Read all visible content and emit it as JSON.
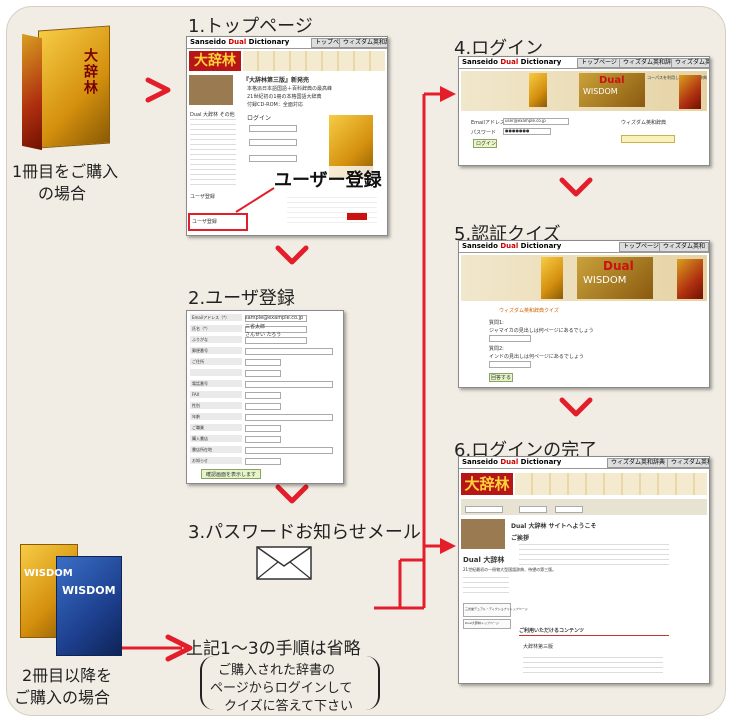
{
  "steps": {
    "s1": "1.トップページ",
    "s2": "2.ユーザ登録",
    "s3": "3.パスワードお知らせメール",
    "s4": "4.ログイン",
    "s5": "5.認証クイズ",
    "s6": "6.ログインの完了"
  },
  "first_book": {
    "line1": "1冊目をご購入",
    "line2": "の場合"
  },
  "later_books": {
    "line1": "2冊目以降を",
    "line2": "ご購入の場合"
  },
  "skip": {
    "main": "上記1～3の手順は省略",
    "note1": "ご購入された辞書の",
    "note2": "ページからログインして",
    "note3": "クイズに答えて下さい"
  },
  "callout": "ユーザー登録",
  "site": {
    "brand_a": "Sanseido ",
    "brand_b": "Dual",
    "brand_c": " Dictionary"
  },
  "tabs": {
    "top": "トップページ",
    "wisdom": "ウィズダム英和辞典",
    "wisdom_short": "ウィズダム英和"
  },
  "book_titles": {
    "daijirin": "大辞林",
    "wisdom": "WISDOM",
    "dual": "Dual"
  },
  "s1_shot": {
    "heading": "『大辞林第三版』新発売",
    "line1": "本格派日本語国語＋百科辞典の最高峰",
    "line2": "21世紀初の1冊の本格国語大辞典",
    "line3": "付録CD-ROM：全面対応",
    "side1": "Dual 大辞林 その他",
    "side2": "ユーザ登録",
    "side3": "ユーザ登録",
    "login_title": "ログイン"
  },
  "s2_shot": {
    "rows": [
      "Emailアドレス（*）",
      "氏名（*）",
      "ふりがな",
      "郵便番号",
      "ご住所",
      "",
      "電話番号",
      "FAX",
      "性別",
      "年齢",
      "ご職業",
      "購入書店",
      "書店所在地",
      "お知らせ"
    ],
    "email_value": "sample@example.co.jp",
    "name_value": "三省太郎",
    "kana_value": "さんせい たろう",
    "submit": "確認画面を表示します"
  },
  "s4_shot": {
    "email_label": "Emailアドレス",
    "pass_label": "パスワード",
    "email_value": "user@example.co.jp",
    "pass_value": "●●●●●●●",
    "login_btn": "ログイン",
    "promo_title": "ウィズダム英和辞典",
    "promo_sub": "コーパスを利用した初の英和辞典"
  },
  "s5_shot": {
    "title": "ウィズダム英和辞典クイズ",
    "q1_label": "質問1:",
    "q1": "ジャマイカの見出しは何ページにあるでしょう",
    "q2_label": "質問2:",
    "q2": "インドの見出しは何ページにあるでしょう",
    "answer_btn": "回答する"
  },
  "s6_shot": {
    "welcome": "Dual 大辞林 サイトへようこそ",
    "greeting": "ご挨拶",
    "product": "Dual 大辞林",
    "catch": "21世紀最初の一冊物大型国語辞典、待望の第三版。",
    "link1": "三省堂デュアル・ディクショナリトップページ",
    "link2": "Dual大辞林トップページ",
    "section": "ご利用いただけるコンテンツ",
    "item": "大辞林第三版"
  }
}
